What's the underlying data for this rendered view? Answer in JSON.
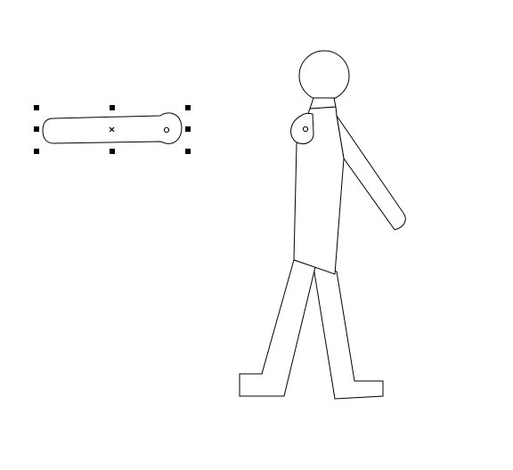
{
  "canvas": {
    "background": "#ffffff",
    "stroke_color": "#000000",
    "handle_color": "#000000"
  },
  "selected_shape": {
    "name": "detached-arm-segment",
    "selected": true,
    "handles": [
      "top-left",
      "top-middle",
      "top-right",
      "middle-left",
      "middle-right",
      "bottom-left",
      "bottom-middle",
      "bottom-right"
    ],
    "center_marker": "x-mark-icon",
    "pivot_marker": "circle-pivot-icon"
  },
  "figure": {
    "parts": [
      "head",
      "shoulder",
      "torso",
      "front-arm",
      "left-leg",
      "right-leg"
    ],
    "pivot_marker": "circle-pivot-icon"
  }
}
